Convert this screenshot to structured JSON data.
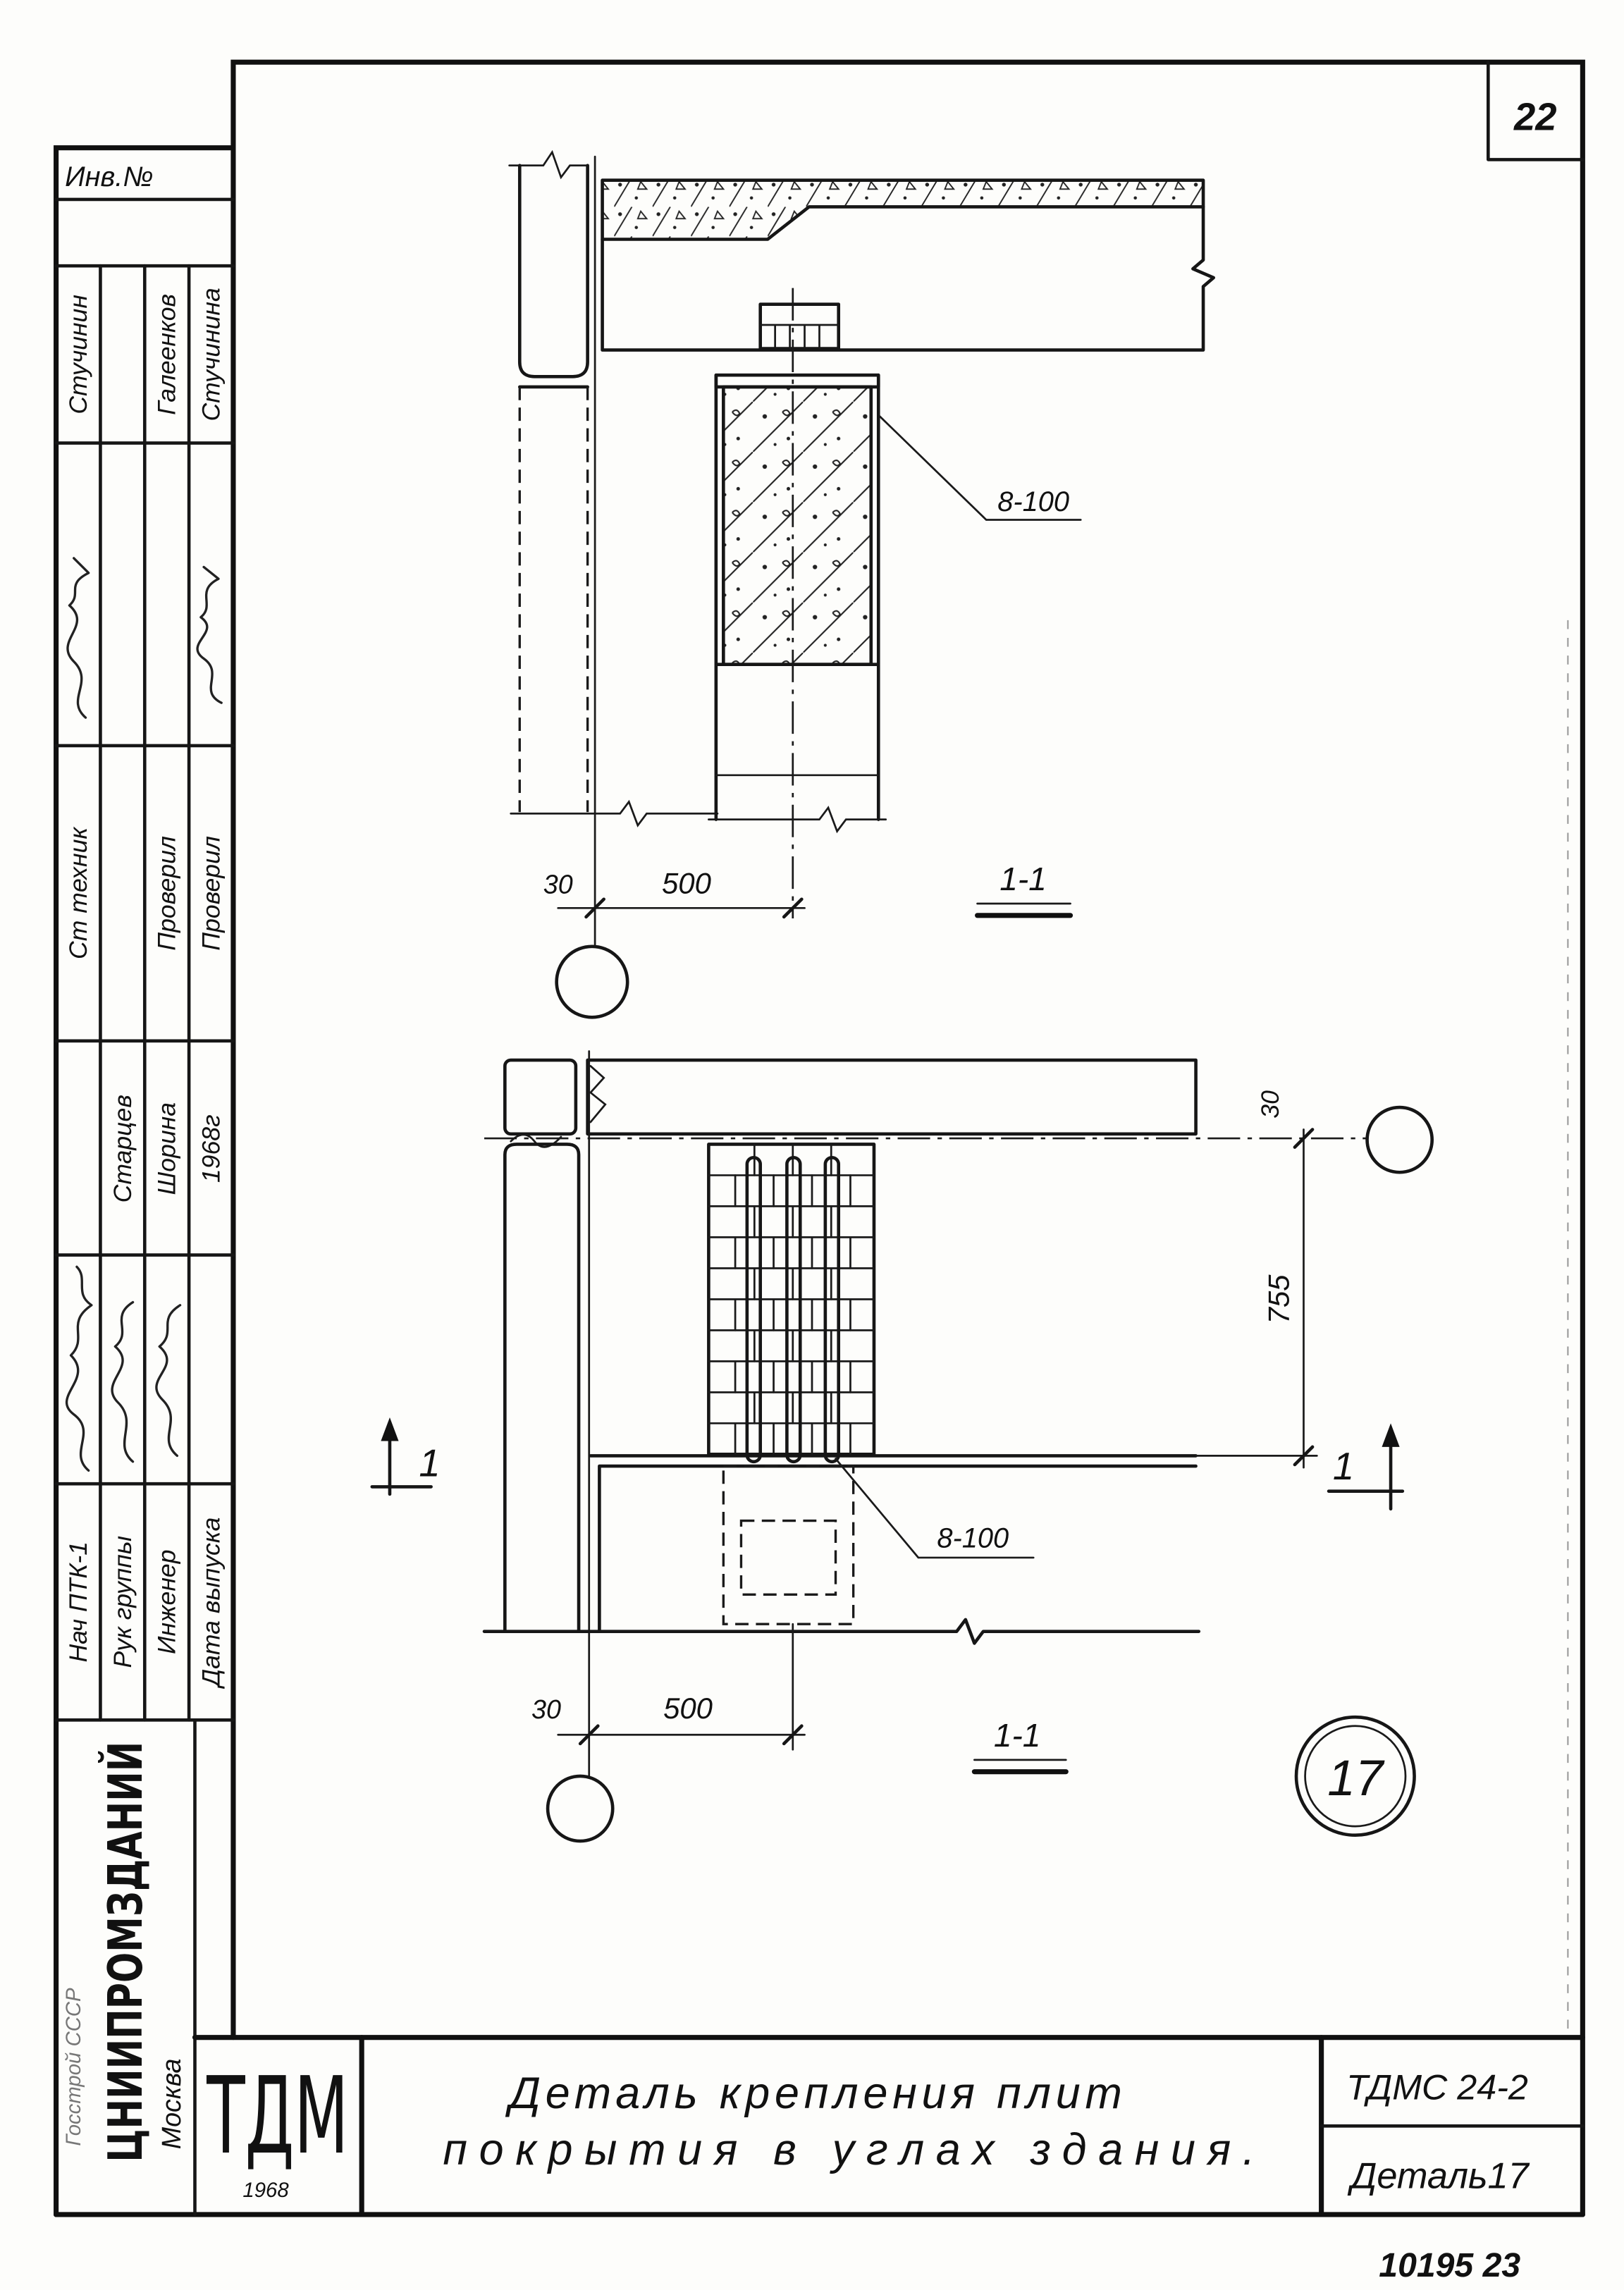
{
  "page_number": "22",
  "footer_code": "10195 23",
  "stamp": {
    "inventory_label": "Инв.№",
    "upper_names": {
      "col1": "Стучинин",
      "col3": "Галеенков",
      "col4": "Стучинина"
    },
    "upper_roles": {
      "col1": "Ст техник",
      "col3": "Проверил",
      "col4": "Проверил"
    },
    "lower_names": {
      "col2": "Старцев",
      "col3": "Шорина",
      "col4": "1968г"
    },
    "lower_roles": {
      "col1": "Нач ПТК-1",
      "col2": "Рук группы",
      "col3": "Инженер",
      "col4": "Дата выпуска"
    },
    "organization": "ЦНИИПРОМЗДАНИЙ",
    "city": "Москва",
    "authority": "Госстрой СССР"
  },
  "title_block": {
    "logo": "ТДМ",
    "logo_year": "1968",
    "title_line1": "Деталь крепления плит",
    "title_line2": "покрытия в углах здания.",
    "series_code": "ТДМС 24-2",
    "sheet_label": "Деталь17"
  },
  "section_view": {
    "label": "1-1",
    "rebar_note": "8-100",
    "dim_offset": "30",
    "dim_span": "500"
  },
  "plan_view": {
    "label": "1-1",
    "rebar_note": "8-100",
    "dim_offset_x": "30",
    "dim_span_x": "500",
    "dim_offset_y": "30",
    "dim_span_y": "755",
    "cut_mark_left": "1",
    "cut_mark_right": "1"
  },
  "detail_mark": "17"
}
